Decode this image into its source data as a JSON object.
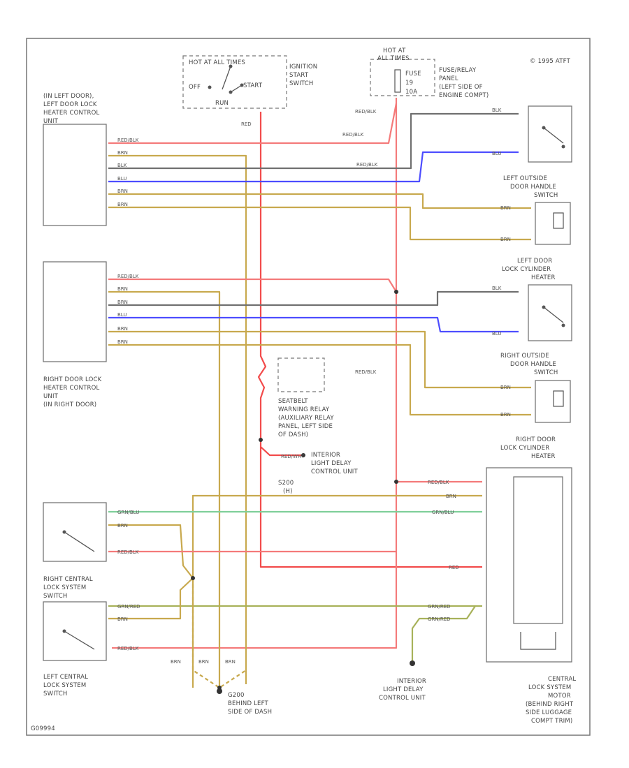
{
  "copyright": "© 1995 ATFT",
  "footer_code": "G09994",
  "colors": {
    "red_blk": "#f47a7a",
    "red": "#f24b4b",
    "brn": "#c8a94e",
    "blk": "#707070",
    "blu": "#4d4dff",
    "grn_blu": "#7fcf9a",
    "grn_red": "#a8b25a",
    "frame": "#777777"
  },
  "labels": {
    "ign_hot": "HOT AT ALL TIMES",
    "ign_off": "OFF",
    "ign_run": "RUN",
    "ign_start": "START",
    "ign_name": [
      "IGNITION",
      "START",
      "SWITCH"
    ],
    "fuse_hot": [
      "HOT AT",
      "ALL TIMES"
    ],
    "fuse_id": [
      "FUSE",
      "19",
      "10A"
    ],
    "fuse_panel": [
      "FUSE/RELAY",
      "PANEL",
      "(LEFT SIDE OF",
      "ENGINE COMPT)"
    ],
    "left_ctrl": [
      "(IN LEFT DOOR),",
      "LEFT DOOR LOCK",
      "HEATER CONTROL",
      "UNIT"
    ],
    "right_ctrl": [
      "RIGHT DOOR LOCK",
      "HEATER CONTROL",
      "UNIT",
      "(IN RIGHT DOOR)"
    ],
    "left_handle": [
      "LEFT OUTSIDE",
      "DOOR HANDLE",
      "SWITCH"
    ],
    "left_cyl": [
      "LEFT DOOR",
      "LOCK CYLINDER",
      "HEATER"
    ],
    "right_handle": [
      "RIGHT OUTSIDE",
      "DOOR HANDLE",
      "SWITCH"
    ],
    "right_cyl": [
      "RIGHT DOOR",
      "LOCK CYLINDER",
      "HEATER"
    ],
    "seatbelt_relay": [
      "SEATBELT",
      "WARNING RELAY",
      "(AUXILIARY RELAY",
      "PANEL, LEFT SIDE",
      "OF DASH)"
    ],
    "interior_delay_mid": [
      "INTERIOR",
      "LIGHT DELAY",
      "CONTROL UNIT"
    ],
    "interior_delay_bot": [
      "INTERIOR",
      "LIGHT DELAY",
      "CONTROL UNIT"
    ],
    "rcl_switch": [
      "RIGHT CENTRAL",
      "LOCK SYSTEM",
      "SWITCH"
    ],
    "lcl_switch": [
      "LEFT CENTRAL",
      "LOCK SYSTEM",
      "SWITCH"
    ],
    "ground": [
      "G200",
      "BEHIND LEFT",
      "SIDE OF DASH"
    ],
    "central_motor": [
      "CENTRAL",
      "LOCK SYSTEM",
      "MOTOR",
      "(BEHIND RIGHT",
      "SIDE LUGGAGE",
      "COMPT TRIM)"
    ],
    "splice_s": "S200",
    "splice_s_sub": "(H)"
  },
  "wire_labels": {
    "red_blk": "RED/BLK",
    "red": "RED",
    "brn": "BRN",
    "blk": "BLK",
    "blu": "BLU",
    "grn_blu": "GRN/BLU",
    "grn_red": "GRN/RED",
    "red_wht": "RED/WHT"
  }
}
